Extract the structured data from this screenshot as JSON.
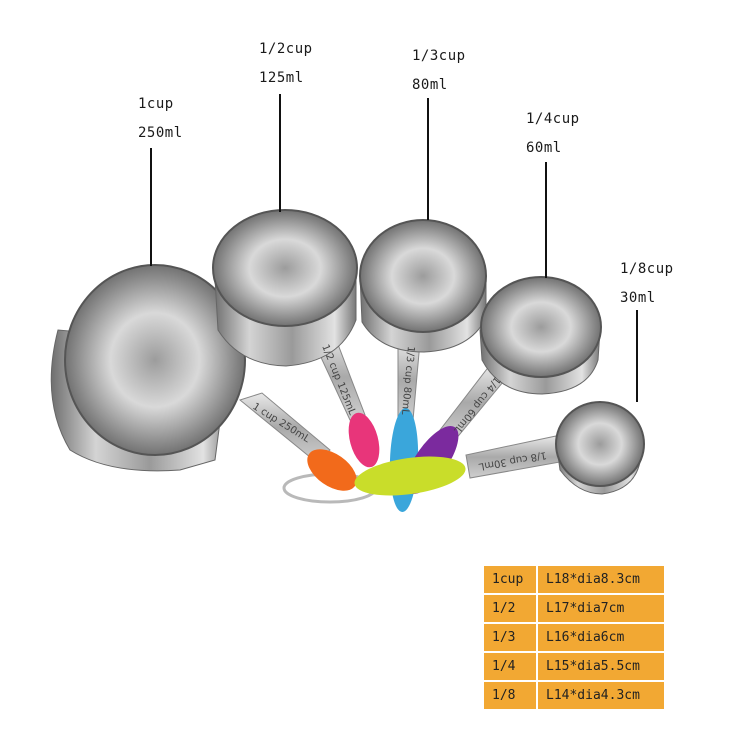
{
  "cups": [
    {
      "amount": "1cup",
      "volume": "250ml"
    },
    {
      "amount": "1/2cup",
      "volume": "125ml"
    },
    {
      "amount": "1/3cup",
      "volume": "80ml"
    },
    {
      "amount": "1/4cup",
      "volume": "60ml"
    },
    {
      "amount": "1/8cup",
      "volume": "30ml"
    }
  ],
  "handle_engravings": [
    "1 cup 250mL",
    "1/2 cup 125mL",
    "1/3 cup 80mL",
    "1/4 cup 60mL",
    "1/8 cup 30mL"
  ],
  "handle_grip_colors": [
    "#f26a1b",
    "#e8357a",
    "#3aa6db",
    "#7b2a9e",
    "#c9dd2a"
  ],
  "table_color": "#f2a833",
  "size_table": [
    {
      "size": "1cup",
      "dimensions": "L18*dia8.3cm"
    },
    {
      "size": "1/2",
      "dimensions": "L17*dia7cm"
    },
    {
      "size": "1/3",
      "dimensions": "L16*dia6cm"
    },
    {
      "size": "1/4",
      "dimensions": "L15*dia5.5cm"
    },
    {
      "size": "1/8",
      "dimensions": "L14*dia4.3cm"
    }
  ]
}
